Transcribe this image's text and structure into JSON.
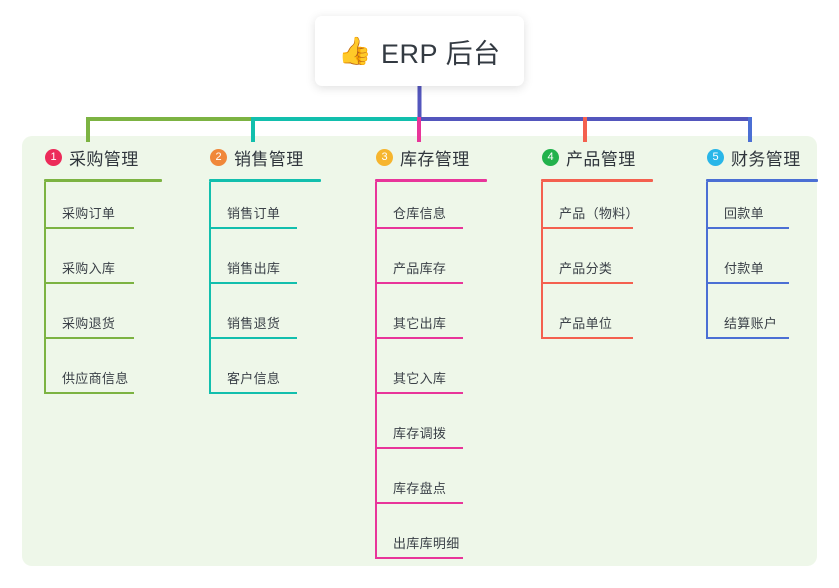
{
  "page": {
    "background_color": "#ffffff",
    "panel_color": "#eef7e9",
    "root_stem_color": "#5356bd"
  },
  "root": {
    "icon": "thumbs-up-icon",
    "emoji": "👍",
    "title": "ERP 后台"
  },
  "columns": [
    {
      "number": "1",
      "title": "采购管理",
      "badge_color": "#ec2b5a",
      "line_color": "#7cb342",
      "stem_color": "#7cb342",
      "items": [
        "采购订单",
        "采购入库",
        "采购退货",
        "供应商信息"
      ]
    },
    {
      "number": "2",
      "title": "销售管理",
      "badge_color": "#f0883a",
      "line_color": "#12bfad",
      "stem_color": "#12bfad",
      "items": [
        "销售订单",
        "销售出库",
        "销售退货",
        "客户信息"
      ]
    },
    {
      "number": "3",
      "title": "库存管理",
      "badge_color": "#f6b52e",
      "line_color": "#e8359a",
      "stem_color": "#e8359a",
      "items": [
        "仓库信息",
        "产品库存",
        "其它出库",
        "其它入库",
        "库存调拨",
        "库存盘点",
        "出库库明细"
      ]
    },
    {
      "number": "4",
      "title": "产品管理",
      "badge_color": "#22b24c",
      "line_color": "#f4604f",
      "stem_color": "#f4604f",
      "items": [
        "产品（物料）",
        "产品分类",
        "产品单位"
      ]
    },
    {
      "number": "5",
      "title": "财务管理",
      "badge_color": "#29b6e8",
      "line_color": "#4b6fd4",
      "stem_color": "#4b6fd4",
      "items": [
        "回款单",
        "付款单",
        "结算账户"
      ]
    }
  ]
}
